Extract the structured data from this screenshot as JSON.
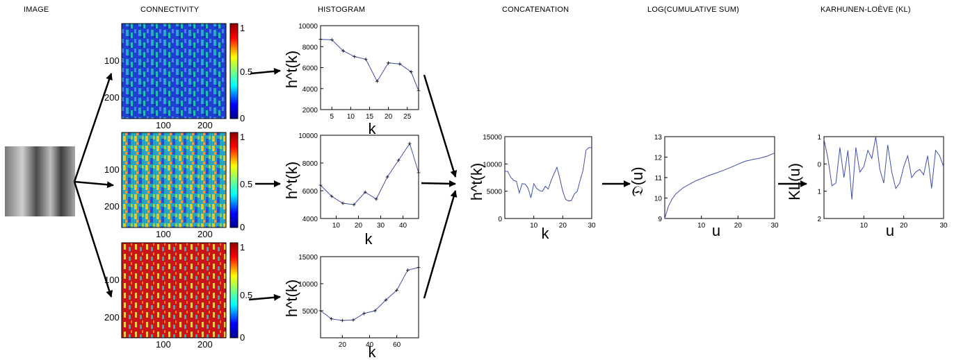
{
  "headers": {
    "image": "IMAGE",
    "connectivity": "CONNECTIVITY",
    "histogram": "HISTOGRAM",
    "concatenation": "CONCATENATION",
    "log_cumsum": "LOG(CUMULATIVE SUM)",
    "kl": "KARHUNEN-LOÈVE (KL)"
  },
  "colors": {
    "line": "#3f4ea8",
    "arrow": "#000000",
    "frame": "#000000"
  },
  "connectivity_maps": [
    {
      "y_ticks": [
        "100",
        "200"
      ],
      "x_ticks": [
        "100",
        "200"
      ],
      "colorbar_ticks": [
        "1",
        "0.5",
        "0"
      ],
      "dominant": "blue"
    },
    {
      "y_ticks": [
        "100",
        "200"
      ],
      "x_ticks": [
        "100",
        "200"
      ],
      "colorbar_ticks": [
        "1",
        "0.5",
        "0"
      ],
      "dominant": "mixed"
    },
    {
      "y_ticks": [
        "100",
        "200"
      ],
      "x_ticks": [
        "100",
        "200"
      ],
      "colorbar_ticks": [
        "1",
        "0.5",
        "0"
      ],
      "dominant": "red"
    }
  ],
  "chart_data": [
    {
      "type": "line",
      "ylabel": "h^t(k)",
      "xlabel": "k",
      "xlim": [
        2,
        28
      ],
      "ylim": [
        2000,
        10000
      ],
      "x_ticks": [
        5,
        10,
        15,
        20,
        25
      ],
      "y_ticks": [
        2000,
        4000,
        6000,
        8000,
        10000
      ],
      "x": [
        2,
        5,
        8,
        11,
        14,
        17,
        20,
        23,
        26,
        28
      ],
      "values": [
        8700,
        8650,
        7600,
        7050,
        6800,
        4700,
        6450,
        6350,
        5600,
        3800
      ]
    },
    {
      "type": "line",
      "ylabel": "h^t(k)",
      "xlabel": "k",
      "xlim": [
        3,
        47
      ],
      "ylim": [
        4000,
        10000
      ],
      "x_ticks": [
        10,
        20,
        30,
        40
      ],
      "y_ticks": [
        4000,
        6000,
        8000,
        10000
      ],
      "x": [
        3,
        8,
        13,
        18,
        23,
        28,
        33,
        38,
        43,
        47
      ],
      "values": [
        6400,
        5600,
        5100,
        5000,
        5900,
        5400,
        7000,
        8200,
        9400,
        7300
      ]
    },
    {
      "type": "line",
      "ylabel": "h^t(k)",
      "xlabel": "k",
      "xlim": [
        4,
        76
      ],
      "ylim": [
        0,
        15000
      ],
      "x_ticks": [
        20,
        40,
        60
      ],
      "y_ticks": [
        5000,
        10000,
        15000
      ],
      "x": [
        4,
        12,
        20,
        28,
        36,
        44,
        52,
        60,
        68,
        76
      ],
      "values": [
        5000,
        3500,
        3200,
        3300,
        4500,
        5000,
        7000,
        8800,
        12500,
        13000
      ]
    },
    {
      "type": "line",
      "ylabel": "h^t(k)",
      "xlabel": "k",
      "xlim": [
        0,
        30
      ],
      "ylim": [
        0,
        15000
      ],
      "x_ticks": [
        10,
        20,
        30
      ],
      "y_ticks": [
        0,
        5000,
        10000,
        15000
      ],
      "x": [
        0,
        1,
        2,
        3,
        4,
        5,
        6,
        7,
        8,
        9,
        10,
        11,
        12,
        13,
        14,
        15,
        16,
        17,
        18,
        19,
        20,
        21,
        22,
        23,
        24,
        25,
        26,
        27,
        28,
        29,
        30
      ],
      "values": [
        8700,
        8600,
        7600,
        7000,
        6800,
        4700,
        6400,
        6300,
        5600,
        3800,
        6400,
        5500,
        5100,
        5000,
        5900,
        5400,
        7000,
        8200,
        9400,
        7300,
        5000,
        3500,
        3200,
        3300,
        4500,
        5000,
        7000,
        8800,
        12500,
        13000,
        13000
      ]
    },
    {
      "type": "line",
      "ylabel": "𝔇(u)",
      "xlabel": "u",
      "xlim": [
        0,
        30
      ],
      "ylim": [
        9,
        13
      ],
      "x_ticks": [
        10,
        20,
        30
      ],
      "y_ticks": [
        9,
        10,
        11,
        12,
        13
      ],
      "x": [
        0,
        1,
        2,
        3,
        4,
        5,
        6,
        7,
        8,
        9,
        10,
        12,
        14,
        16,
        18,
        20,
        22,
        24,
        26,
        28,
        30
      ],
      "values": [
        9.0,
        9.6,
        9.95,
        10.2,
        10.35,
        10.5,
        10.6,
        10.7,
        10.8,
        10.88,
        10.95,
        11.1,
        11.22,
        11.35,
        11.5,
        11.65,
        11.8,
        11.88,
        11.95,
        12.05,
        12.2
      ]
    },
    {
      "type": "line",
      "ylabel": "KL(u)",
      "xlabel": "u",
      "xlim": [
        0,
        30
      ],
      "ylim": [
        -2,
        1
      ],
      "x_ticks": [
        10,
        20,
        30
      ],
      "y_ticks": [
        1,
        0,
        1,
        2
      ],
      "x": [
        0,
        1,
        2,
        3,
        4,
        5,
        6,
        7,
        8,
        9,
        10,
        11,
        12,
        13,
        14,
        15,
        16,
        17,
        18,
        19,
        20,
        21,
        22,
        23,
        24,
        25,
        26,
        27,
        28,
        29,
        30
      ],
      "values": [
        0.9,
        0.2,
        -0.8,
        -0.7,
        0.6,
        -0.5,
        0.5,
        -1.3,
        0.6,
        -0.3,
        -0.1,
        0.5,
        0.2,
        1.0,
        -0.2,
        -0.7,
        0.7,
        -0.3,
        -0.9,
        -0.7,
        -0.1,
        0.3,
        -0.5,
        -0.3,
        -0.2,
        -0.4,
        0.3,
        -0.9,
        0.5,
        0.3,
        -0.1
      ]
    }
  ]
}
